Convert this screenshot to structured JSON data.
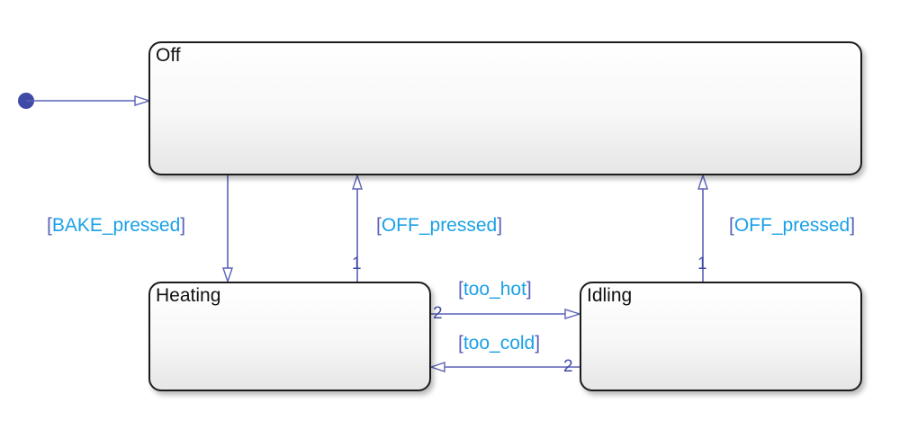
{
  "states": {
    "off": "Off",
    "heating": "Heating",
    "idling": "Idling"
  },
  "transitions": {
    "bake_guard": "BAKE_pressed",
    "off_from_heating_guard": "OFF_pressed",
    "off_from_idling_guard": "OFF_pressed",
    "too_hot_guard": "too_hot",
    "too_cold_guard": "too_cold",
    "bracket_open": "[",
    "bracket_close": "]"
  },
  "order_labels": {
    "heating_to_off": "1",
    "idling_to_off": "1",
    "heating_to_idling": "2",
    "idling_to_heating": "2"
  },
  "colors": {
    "wire": "#5a62b6",
    "guard_text": "#1aa0e6",
    "default_dot": "#3f4aa6"
  }
}
